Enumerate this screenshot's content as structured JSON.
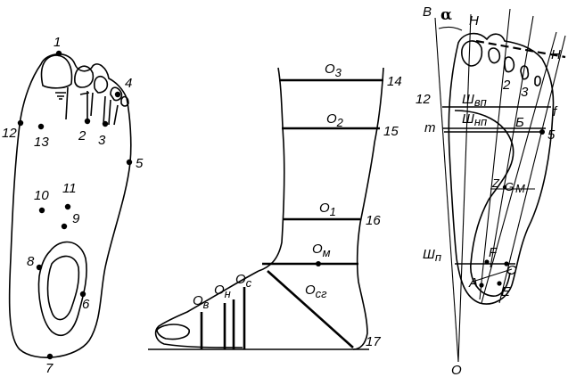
{
  "left_foot": {
    "points": [
      "1",
      "2",
      "3",
      "4",
      "5",
      "6",
      "7",
      "8",
      "9",
      "10",
      "11",
      "12",
      "13"
    ]
  },
  "middle_leg": {
    "circumferences": {
      "o3": {
        "main": "O",
        "sub": "3"
      },
      "o2": {
        "main": "O",
        "sub": "2"
      },
      "o1": {
        "main": "O",
        "sub": "1"
      },
      "om": {
        "main": "O",
        "sub": "м"
      },
      "osg": {
        "main": "O",
        "sub": "сг"
      },
      "ob": {
        "main": "O",
        "sub": "в"
      },
      "on": {
        "main": "O",
        "sub": "н"
      },
      "os": {
        "main": "O",
        "sub": "с"
      }
    },
    "points": [
      "14",
      "15",
      "16",
      "17"
    ]
  },
  "right_foot": {
    "angle_symbol": "α",
    "letters": {
      "B": "B",
      "H": "H",
      "H2": "H",
      "m": "m",
      "f": "f",
      "O": "O",
      "Б": "Б",
      "G": "G",
      "Z": "Z",
      "M": "M",
      "F": "F",
      "C": "C",
      "A": "A",
      "E": "E"
    },
    "width_labels": {
      "shvp": {
        "main": "Ш",
        "sub": "вп"
      },
      "shnp": {
        "main": "Ш",
        "sub": "нп"
      },
      "shp": {
        "main": "Ш",
        "sub": "п"
      }
    },
    "points": [
      "12",
      "2",
      "3",
      "5"
    ]
  }
}
